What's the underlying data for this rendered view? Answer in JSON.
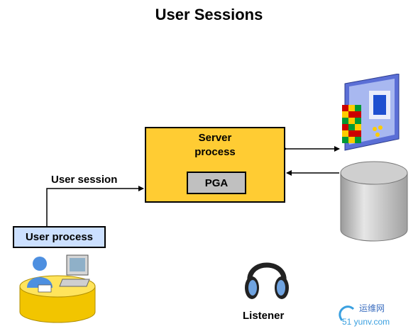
{
  "title": "User Sessions",
  "server": {
    "label": "Server\nprocess",
    "pga_label": "PGA"
  },
  "connection": {
    "label": "User session"
  },
  "user_process": {
    "label": "User process"
  },
  "listener": {
    "label": "Listener"
  },
  "watermark": {
    "text_cn": "运维网",
    "text_url": "51 yunv.com"
  },
  "colors": {
    "server_fill": "#ffcc33",
    "pga_fill": "#c0c0c0",
    "user_process_fill": "#cce0ff"
  },
  "icons": [
    "database-cylinder-icon",
    "server-screen-icon",
    "headphones-icon",
    "user-computer-icon"
  ]
}
